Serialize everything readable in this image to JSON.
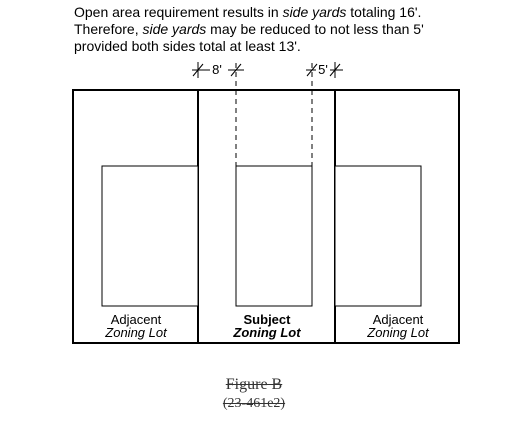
{
  "caption": {
    "line1_a": "Open area requirement results in ",
    "line1_em": "side yards",
    "line1_b": " totaling 16'.",
    "line2_a": "Therefore, ",
    "line2_em": "side yards",
    "line2_b": " may be reduced to not less than 5'",
    "line3": "provided both sides total at least 13'."
  },
  "dimensions": {
    "left_yard": "8'",
    "right_yard": "5'"
  },
  "lots": {
    "left": {
      "line1": "Adjacent",
      "line2": "Zoning Lot"
    },
    "center": {
      "line1": "Subject",
      "line2": "Zoning Lot"
    },
    "right": {
      "line1": "Adjacent",
      "line2": "Zoning Lot"
    }
  },
  "figure": {
    "title": "Figure B",
    "reference": "(23-461e2)"
  }
}
